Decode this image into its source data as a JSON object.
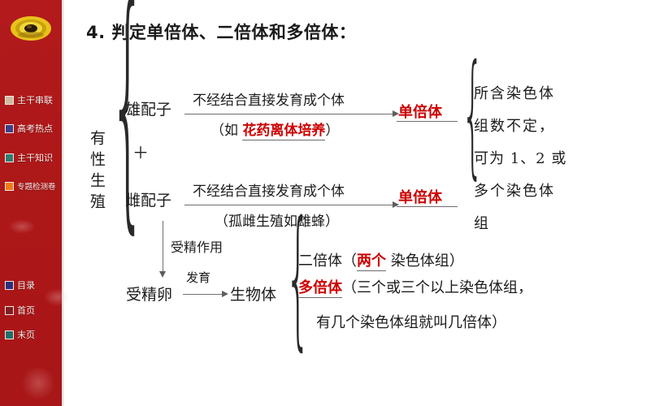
{
  "slide": {
    "title": "4. 判定单倍体、二倍体和多倍体："
  },
  "sidebar": {
    "logo_name": "course-logo",
    "items": [
      {
        "label": "主干串联",
        "bullet_color": "#cdbda0"
      },
      {
        "label": "高考热点",
        "bullet_color": "#3b3f86"
      },
      {
        "label": "主干知识",
        "bullet_color": "#2f7d72"
      },
      {
        "label": "专题检测卷",
        "bullet_color": "#f07b12"
      }
    ],
    "nav": [
      {
        "label": "目录",
        "bullet_color": "#2b2f7a"
      },
      {
        "label": "首页",
        "bullet_color": "#7e1f21"
      },
      {
        "label": "末页",
        "bullet_color": "#1f6f68"
      }
    ]
  },
  "diagram": {
    "root_label": "有性生殖",
    "branches": {
      "male_gamete": "雄配子",
      "plus_sign": "＋",
      "female_gamete": "雌配子"
    },
    "male_path": {
      "above_arrow": "不经结合直接发育成个体",
      "below_arrow_prefix": "（如 ",
      "below_arrow_highlight": "花药离体培养",
      "below_arrow_suffix": "）",
      "result": "单倍体"
    },
    "female_path": {
      "above_arrow": "不经结合直接发育成个体",
      "below_arrow": "（孤雌生殖如雄蜂）",
      "result": "单倍体"
    },
    "right_note": {
      "lines": [
        "所含染色体",
        "组数不定，",
        "可为 1、2 或",
        "多个染色体",
        "组"
      ]
    },
    "fertilization": {
      "arrow_label": "受精作用",
      "zygote": "受精卵",
      "develop_label": "发育",
      "organism": "生物体"
    },
    "organism_types": {
      "diploid_prefix": "二倍体（",
      "diploid_highlight": "两个",
      "diploid_suffix": " 染色体组）",
      "polyploid_highlight": "多倍体",
      "polyploid_text": "（三个或三个以上染色体组，",
      "polyploid_line2": "有几个染色体组就叫几倍体）"
    }
  },
  "colors": {
    "sidebar_red": "#b5191b",
    "accent_red": "#cc0000",
    "ink": "#1c1c1c",
    "rule": "#6e6e6e"
  }
}
